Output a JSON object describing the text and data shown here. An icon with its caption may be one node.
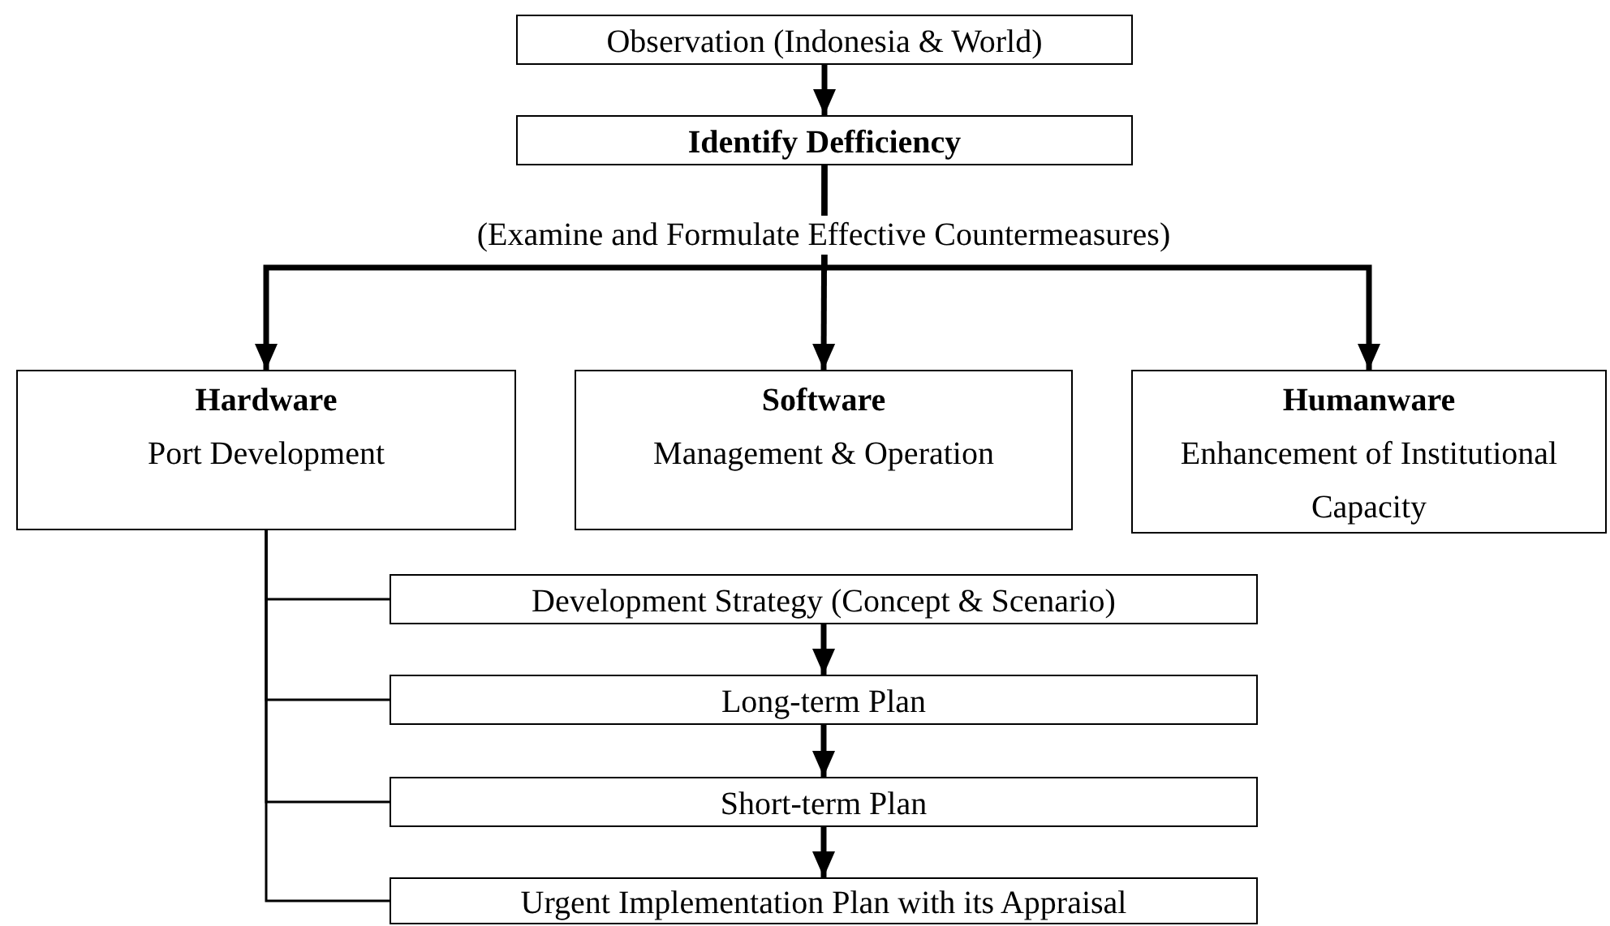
{
  "diagram": {
    "nodes": [
      {
        "text": [
          "Observation (Indonesia & World)"
        ]
      },
      {
        "text": [
          "Identify Defficiency"
        ]
      },
      {
        "text": [
          "Hardware",
          "Port Development"
        ]
      },
      {
        "text": [
          "Software",
          "Management & Operation"
        ]
      },
      {
        "text": [
          "Humanware",
          "Enhancement of Institutional Capacity"
        ]
      },
      {
        "text": [
          "Development Strategy (Concept & Scenario)"
        ]
      },
      {
        "text": [
          "Long-term Plan"
        ]
      },
      {
        "text": [
          "Short-term Plan"
        ]
      },
      {
        "text": [
          "Urgent Implementation Plan with its Appraisal"
        ]
      }
    ],
    "edges": [
      {
        "from": 0,
        "to": 1,
        "arrow": "to"
      },
      {
        "from": 1,
        "to": 2,
        "arrow": "to"
      },
      {
        "from": 1,
        "to": 3,
        "arrow": "to",
        "label": "(Examine and Formulate Effective Countermeasures)"
      },
      {
        "from": 1,
        "to": 4,
        "arrow": "to"
      },
      {
        "from": 2,
        "to": 5,
        "arrow": "none"
      },
      {
        "from": 2,
        "to": 6,
        "arrow": "none"
      },
      {
        "from": 2,
        "to": 7,
        "arrow": "none"
      },
      {
        "from": 2,
        "to": 8,
        "arrow": "none"
      },
      {
        "from": 5,
        "to": 6,
        "arrow": "to"
      },
      {
        "from": 6,
        "to": 7,
        "arrow": "to"
      },
      {
        "from": 7,
        "to": 8,
        "arrow": "to"
      }
    ]
  }
}
